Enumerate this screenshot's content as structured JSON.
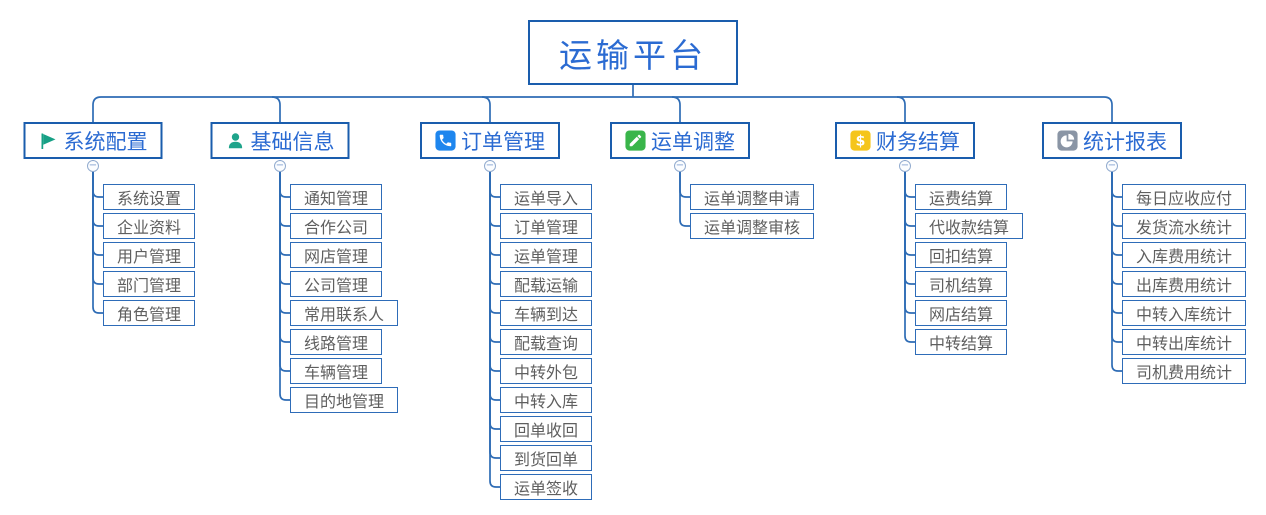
{
  "root": {
    "label": "运输平台"
  },
  "collapse_glyph": "−",
  "colors": {
    "node_border": "#1a5dad",
    "node_text": "#2b6bd2",
    "child_border": "#2e6cb8",
    "child_text": "#5f5f5f",
    "connector": "#2e6cb5",
    "flag": "#16a085",
    "user": "#1fa48b",
    "phone": "#1e86ee",
    "pencil": "#39b54a",
    "dollar": "#f5c51b",
    "pie": "#8a95a5"
  },
  "branches": [
    {
      "label": "系统配置",
      "icon": "flag-icon",
      "children": [
        "系统设置",
        "企业资料",
        "用户管理",
        "部门管理",
        "角色管理"
      ]
    },
    {
      "label": "基础信息",
      "icon": "user-icon",
      "children": [
        "通知管理",
        "合作公司",
        "网店管理",
        "公司管理",
        "常用联系人",
        "线路管理",
        "车辆管理",
        "目的地管理"
      ]
    },
    {
      "label": "订单管理",
      "icon": "phone-icon",
      "children": [
        "运单导入",
        "订单管理",
        "运单管理",
        "配载运输",
        "车辆到达",
        "配载查询",
        "中转外包",
        "中转入库",
        "回单收回",
        "到货回单",
        "运单签收"
      ]
    },
    {
      "label": "运单调整",
      "icon": "pencil-icon",
      "children": [
        "运单调整申请",
        "运单调整审核"
      ]
    },
    {
      "label": "财务结算",
      "icon": "dollar-icon",
      "icon_glyph": "$",
      "children": [
        "运费结算",
        "代收款结算",
        "回扣结算",
        "司机结算",
        "网店结算",
        "中转结算"
      ]
    },
    {
      "label": "统计报表",
      "icon": "pie-chart-icon",
      "children": [
        "每日应收应付",
        "发货流水统计",
        "入库费用统计",
        "出库费用统计",
        "中转入库统计",
        "中转出库统计",
        "司机费用统计"
      ]
    }
  ]
}
